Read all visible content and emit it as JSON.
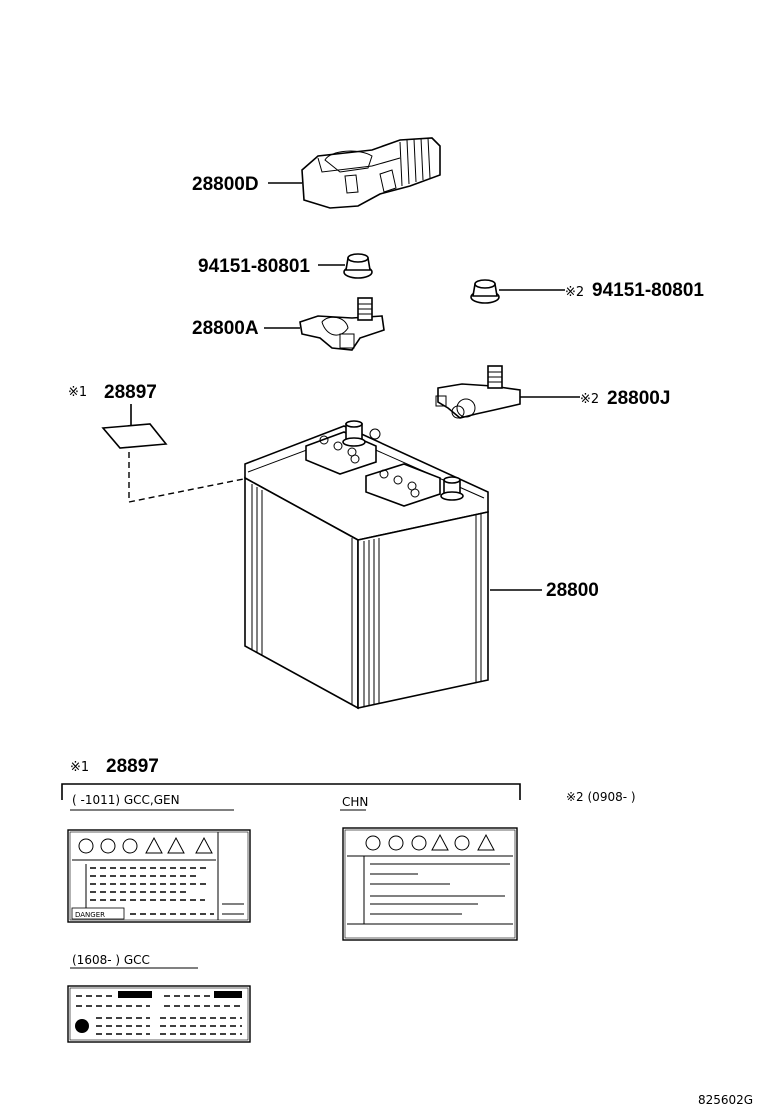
{
  "parts": {
    "cover": "28800D",
    "nut_1": "94151-80801",
    "nut_2": "94151-80801",
    "terminal_a": "28800A",
    "terminal_j": "28800J",
    "label_part": "28897",
    "battery": "28800"
  },
  "marks": {
    "m1": "※1",
    "m2": "※2"
  },
  "detail": {
    "heading_mark": "※1",
    "heading_part": "28897",
    "variant_1": "(      -1011) GCC,GEN",
    "variant_chn": "CHN",
    "variant_2_note": "※2 (0908-      )",
    "variant_3": "(1608-      ) GCC",
    "danger_word": "DANGER"
  },
  "footer": {
    "figure_code": "825602G"
  },
  "colors": {
    "ink": "#000000",
    "paper": "#ffffff"
  }
}
